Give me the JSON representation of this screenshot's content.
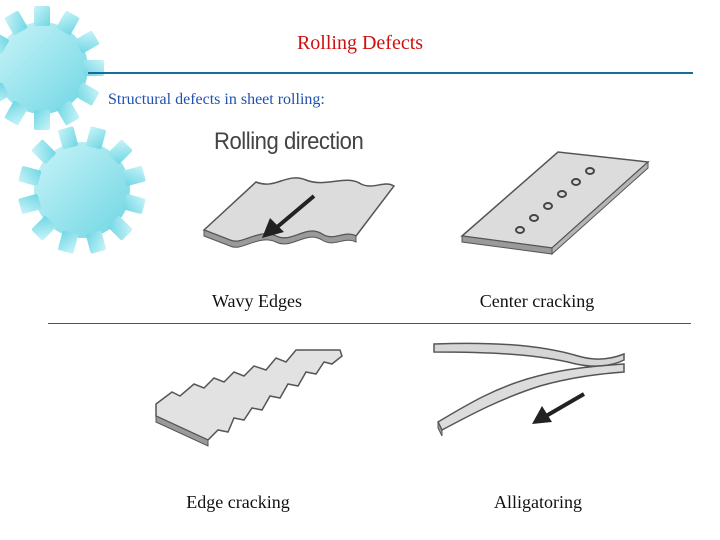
{
  "slide": {
    "title": "Rolling Defects",
    "subtitle": "Structural defects in sheet rolling:",
    "figure_label": "Rolling direction",
    "captions": {
      "wavy_edges": "Wavy Edges",
      "center_cracking": "Center cracking",
      "edge_cracking": "Edge cracking",
      "alligatoring": "Alligatoring"
    }
  },
  "colors": {
    "title": "#d01010",
    "subtitle": "#2050b0",
    "title_rule": "#1a6a9a",
    "mid_rule": "#c0262a",
    "gear": "#8fe3ee"
  },
  "icons": [
    "gear-icon",
    "gear-icon",
    "arrow-icon",
    "arrow-icon"
  ]
}
